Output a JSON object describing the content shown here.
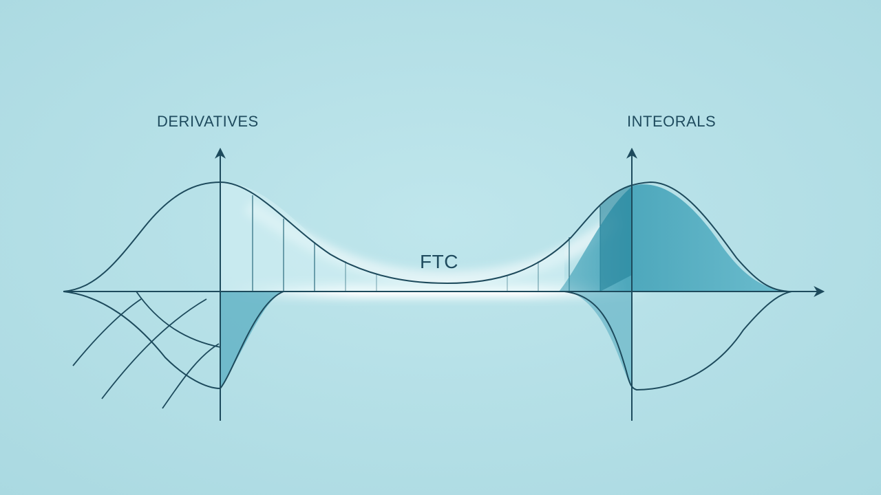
{
  "labels": {
    "left": "DERIVATIVES",
    "center": "FTC",
    "right": "INTEORALS"
  },
  "colors": {
    "background": "#b3dfe6",
    "stroke": "#1d4a5c",
    "fill_light": "#7cc3d2",
    "fill_dark": "#2c8ea6",
    "glow": "#ffffff"
  }
}
